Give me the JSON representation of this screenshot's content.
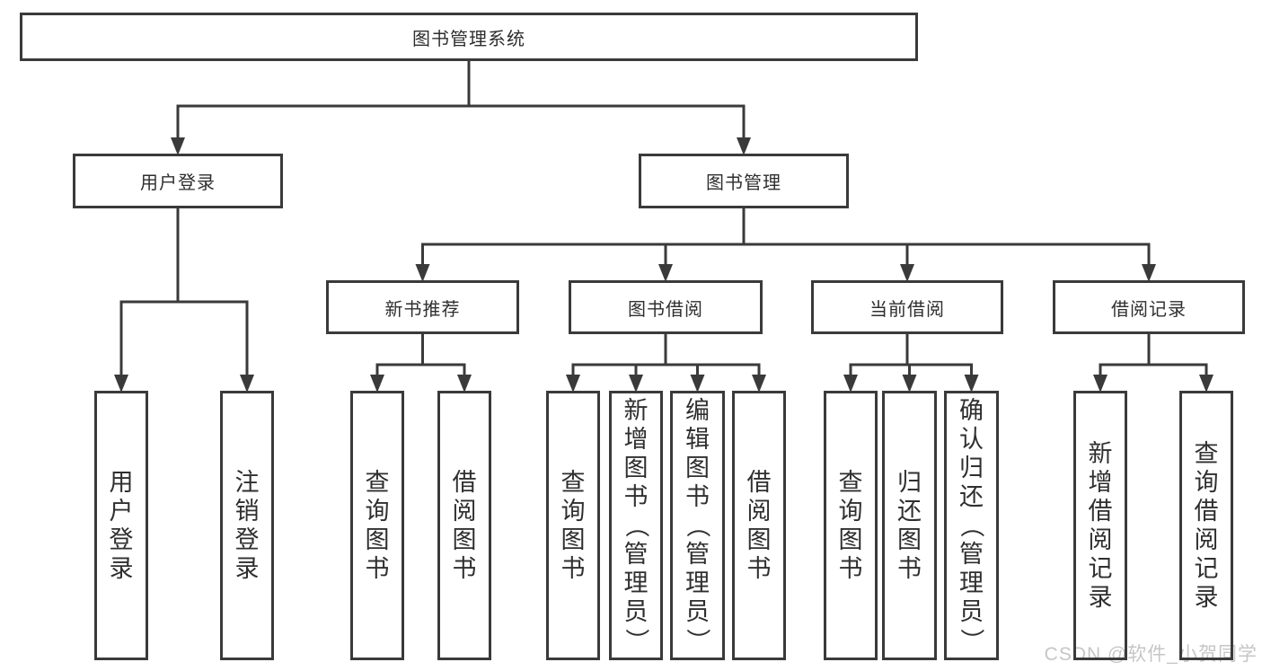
{
  "colors": {
    "line": "#3a3a3a",
    "text": "#2f2f2f",
    "watermark": "#c6c6c6",
    "background": "#ffffff"
  },
  "watermark": {
    "text": "CSDN @软件_小贺同学"
  },
  "tree": {
    "id": "root",
    "label": "图书管理系统",
    "children": [
      {
        "id": "user-login-branch",
        "label": "用户登录",
        "children": [
          {
            "id": "user-login",
            "label": "用户登录"
          },
          {
            "id": "logout-login",
            "label": "注销登录"
          }
        ]
      },
      {
        "id": "book-mgmt",
        "label": "图书管理",
        "children": [
          {
            "id": "new-book-recommend",
            "label": "新书推荐",
            "children": [
              {
                "id": "rec-query-books",
                "label": "查询图书"
              },
              {
                "id": "rec-borrow-books",
                "label": "借阅图书"
              }
            ]
          },
          {
            "id": "book-borrow",
            "label": "图书借阅",
            "children": [
              {
                "id": "bor-query-books",
                "label": "查询图书"
              },
              {
                "id": "bor-add-books-admin",
                "label": "新增图书（管理员）"
              },
              {
                "id": "bor-edit-books-admin",
                "label": "编辑图书（管理员）"
              },
              {
                "id": "bor-borrow-books",
                "label": "借阅图书"
              }
            ]
          },
          {
            "id": "current-borrow",
            "label": "当前借阅",
            "children": [
              {
                "id": "cur-query-books",
                "label": "查询图书"
              },
              {
                "id": "cur-return-books",
                "label": "归还图书"
              },
              {
                "id": "cur-confirm-return-admin",
                "label": "确认归还（管理员）"
              }
            ]
          },
          {
            "id": "borrow-records",
            "label": "借阅记录",
            "children": [
              {
                "id": "add-borrow-record",
                "label": "新增借阅记录"
              },
              {
                "id": "query-borrow-record",
                "label": "查询借阅记录"
              }
            ]
          }
        ]
      }
    ]
  }
}
